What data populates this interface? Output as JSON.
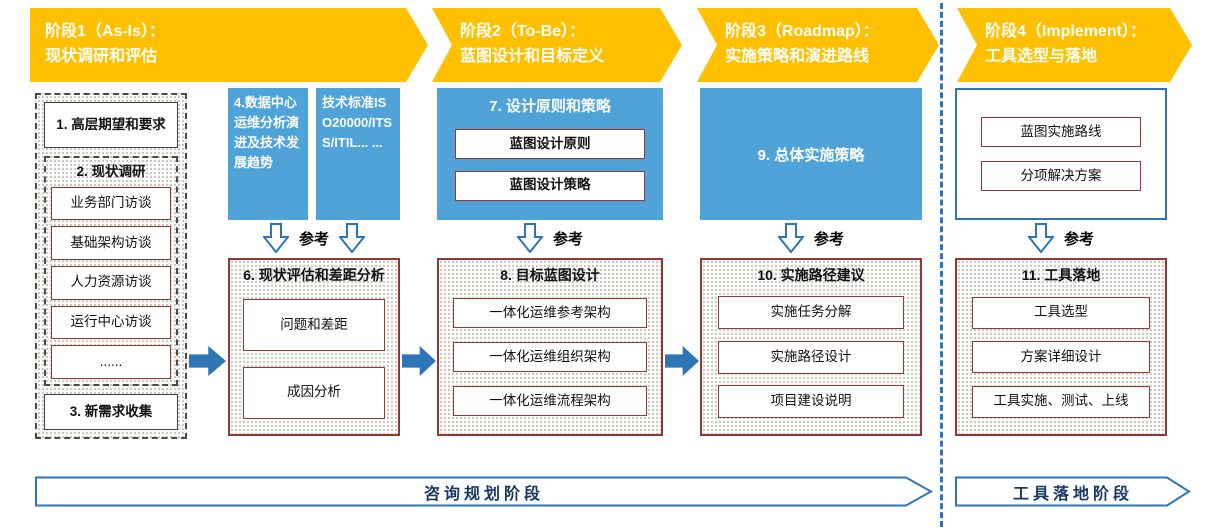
{
  "phases": [
    {
      "line1": "阶段1（As-Is）：",
      "line2": "现状调研和评估"
    },
    {
      "line1": "阶段2（To-Be）：",
      "line2": "蓝图设计和目标定义"
    },
    {
      "line1": "阶段3（Roadmap）：",
      "line2": "实施策略和演进路线"
    },
    {
      "line1": "阶段4（Implement）：",
      "line2": "工具选型与落地"
    }
  ],
  "asis": {
    "expectations": "1. 高层期望和要求",
    "survey_title": "2. 现状调研",
    "interviews": [
      "业务部门访谈",
      "基础架构访谈",
      "人力资源访谈",
      "运行中心访谈",
      "......"
    ],
    "new_requirements": "3. 新需求收集"
  },
  "assessment": {
    "ref_trend": "4.数据中心运维分析演进及技术发展趋势",
    "ref_standard": "技术标准ISO20000/ITSS/ITIL... ...",
    "ref_label": "参考",
    "title": "6. 现状评估和差距分析",
    "items": [
      "问题和差距",
      "成因分析"
    ]
  },
  "blueprint": {
    "principles_title": "7. 设计原则和策略",
    "principles": [
      "蓝图设计原则",
      "蓝图设计策略"
    ],
    "ref_label": "参考",
    "design_title": "8. 目标蓝图设计",
    "items": [
      "一体化运维参考架构",
      "一体化运维组织架构",
      "一体化运维流程架构"
    ]
  },
  "roadmap": {
    "strategy_title": "9. 总体实施策略",
    "ref_label": "参考",
    "path_title": "10. 实施路径建议",
    "items": [
      "实施任务分解",
      "实施路径设计",
      "项目建设说明"
    ]
  },
  "implement": {
    "plans": [
      "蓝图实施路线",
      "分项解决方案"
    ],
    "ref_label": "参考",
    "landing_title": "11. 工具落地",
    "items": [
      "工具选型",
      "方案详细设计",
      "工具实施、测试、上线"
    ]
  },
  "footer": {
    "consulting": "咨询规划阶段",
    "landing": "工具落地阶段"
  },
  "colors": {
    "phase_banner": "#FFC000",
    "blue_box": "#4FA3D8",
    "arrow_blue": "#2E75B6",
    "red_border": "#953735"
  }
}
